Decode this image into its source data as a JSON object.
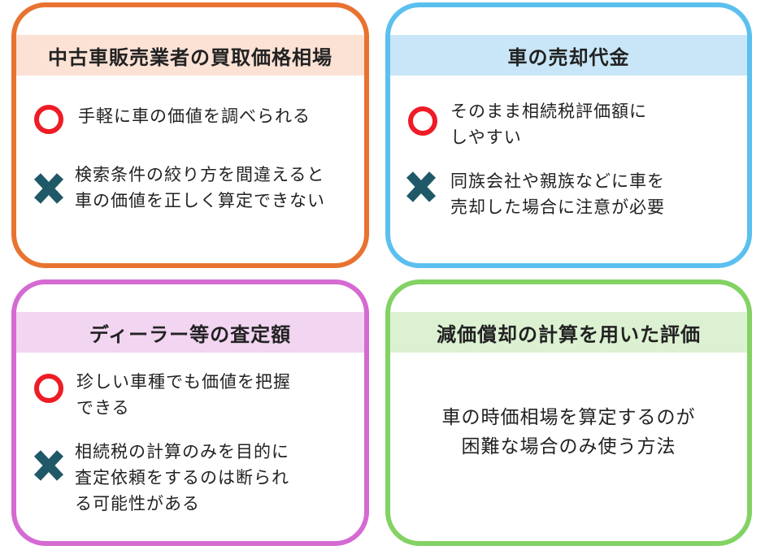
{
  "colors": {
    "orange_border": "#e87330",
    "orange_header": "#fbe2d5",
    "blue_border": "#5bc0ee",
    "blue_header": "#c8e6f7",
    "pink_border": "#d56ad2",
    "pink_header": "#f2d5f1",
    "green_border": "#83d264",
    "green_header": "#dcf1d2",
    "circle_mark": "#ee1c25",
    "cross_mark": "#1f5967"
  },
  "cards": {
    "used_dealer": {
      "title": "中古車販売業者の買取価格相場",
      "pro": "手軽に車の価値を調べられる",
      "con": "検索条件の絞り方を間違えると\n車の価値を正しく算定できない"
    },
    "sale_price": {
      "title": "車の売却代金",
      "pro": "そのまま相続税評価額に\nしやすい",
      "con": "同族会社や親族などに車を\n売却した場合に注意が必要"
    },
    "dealer_appraisal": {
      "title": "ディーラー等の査定額",
      "pro": "珍しい車種でも価値を把握\nできる",
      "con": "相続税の計算のみを目的に\n査定依頼をするのは断られ\nる可能性がある"
    },
    "depreciation": {
      "title": "減価償却の計算を用いた評価",
      "body": "車の時価相場を算定するのが\n困難な場合のみ使う方法"
    }
  },
  "icons": {
    "pro": "circle-icon",
    "con": "cross-icon"
  }
}
